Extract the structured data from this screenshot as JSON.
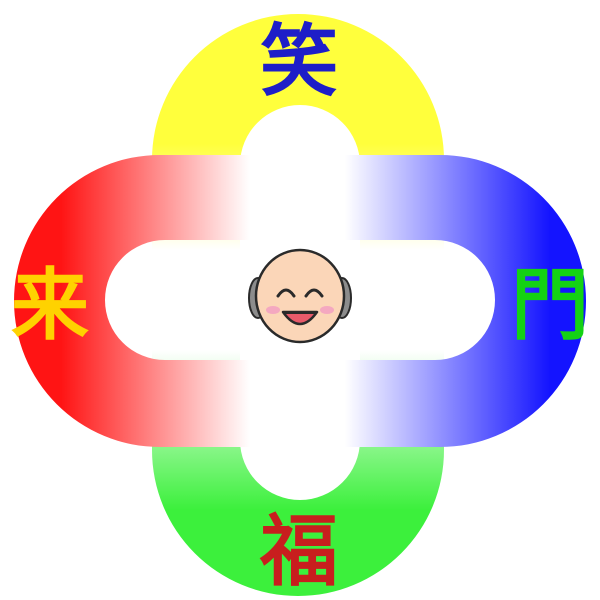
{
  "characters": {
    "top": "笑",
    "right": "門",
    "bottom": "福",
    "left": "来"
  },
  "colors": {
    "top_petal": "#ffff3c",
    "right_petal": "#1414ff",
    "bottom_petal": "#3cf03c",
    "left_petal": "#ff1414",
    "top_text": "#1e1ec8",
    "right_text": "#14d214",
    "bottom_text": "#c81e1e",
    "left_text": "#ffd200",
    "face_skin": "#fbd6b8",
    "face_outline": "#2a2a2a",
    "hair": "#8c8c8c",
    "cheeks": "#f4a8c0",
    "mouth": "#e85a6a"
  },
  "icons": {
    "center": "smiling-bald-face-icon"
  }
}
